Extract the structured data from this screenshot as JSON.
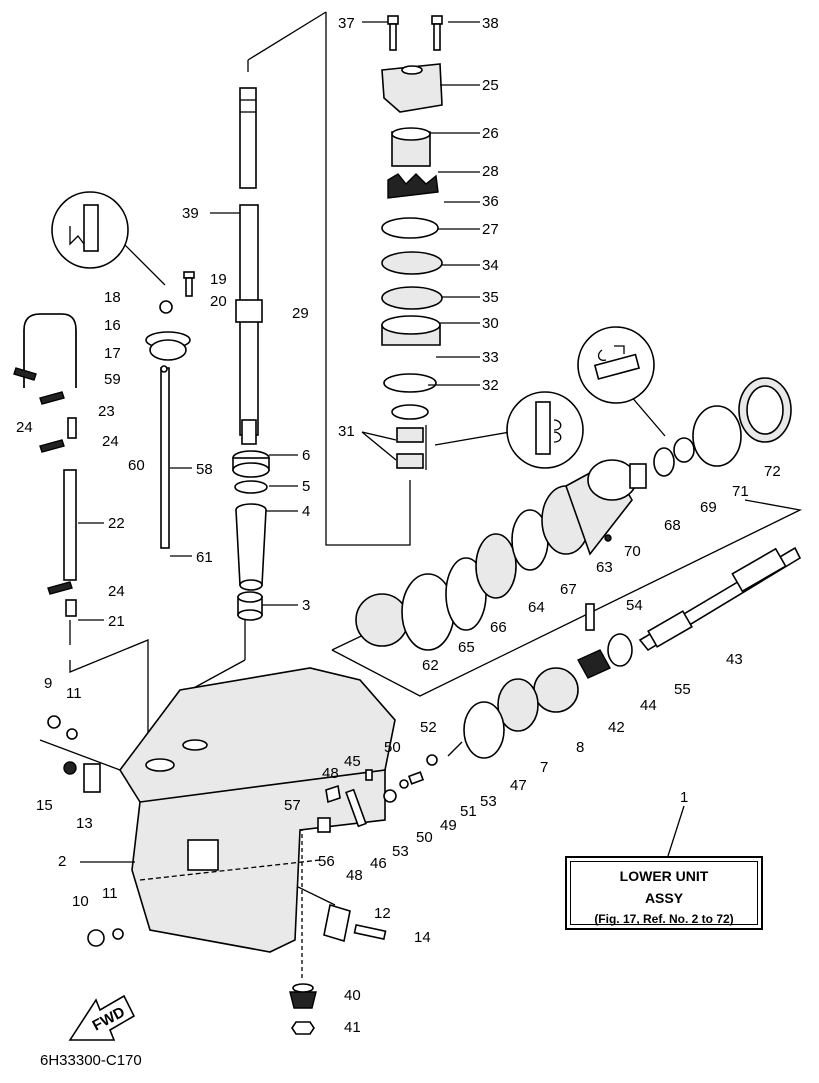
{
  "diagram_code": "6H33300-C170",
  "assembly_box": {
    "line1": "LOWER UNIT",
    "line2": "ASSY",
    "line3": "(Fig. 17, Ref. No. 2 to 72)"
  },
  "fwd_label": "FWD",
  "part_labels": [
    "1",
    "2",
    "3",
    "4",
    "5",
    "6",
    "7",
    "8",
    "9",
    "10",
    "11",
    "11",
    "12",
    "13",
    "14",
    "15",
    "16",
    "17",
    "18",
    "19",
    "20",
    "21",
    "22",
    "23",
    "24",
    "24",
    "24",
    "25",
    "26",
    "27",
    "28",
    "29",
    "30",
    "31",
    "32",
    "33",
    "34",
    "35",
    "36",
    "37",
    "38",
    "39",
    "40",
    "41",
    "42",
    "43",
    "44",
    "45",
    "46",
    "47",
    "48",
    "48",
    "49",
    "50",
    "50",
    "51",
    "52",
    "53",
    "53",
    "54",
    "55",
    "56",
    "57",
    "58",
    "59",
    "60",
    "61",
    "62",
    "63",
    "64",
    "65",
    "66",
    "67",
    "68",
    "69",
    "70",
    "71",
    "72"
  ]
}
